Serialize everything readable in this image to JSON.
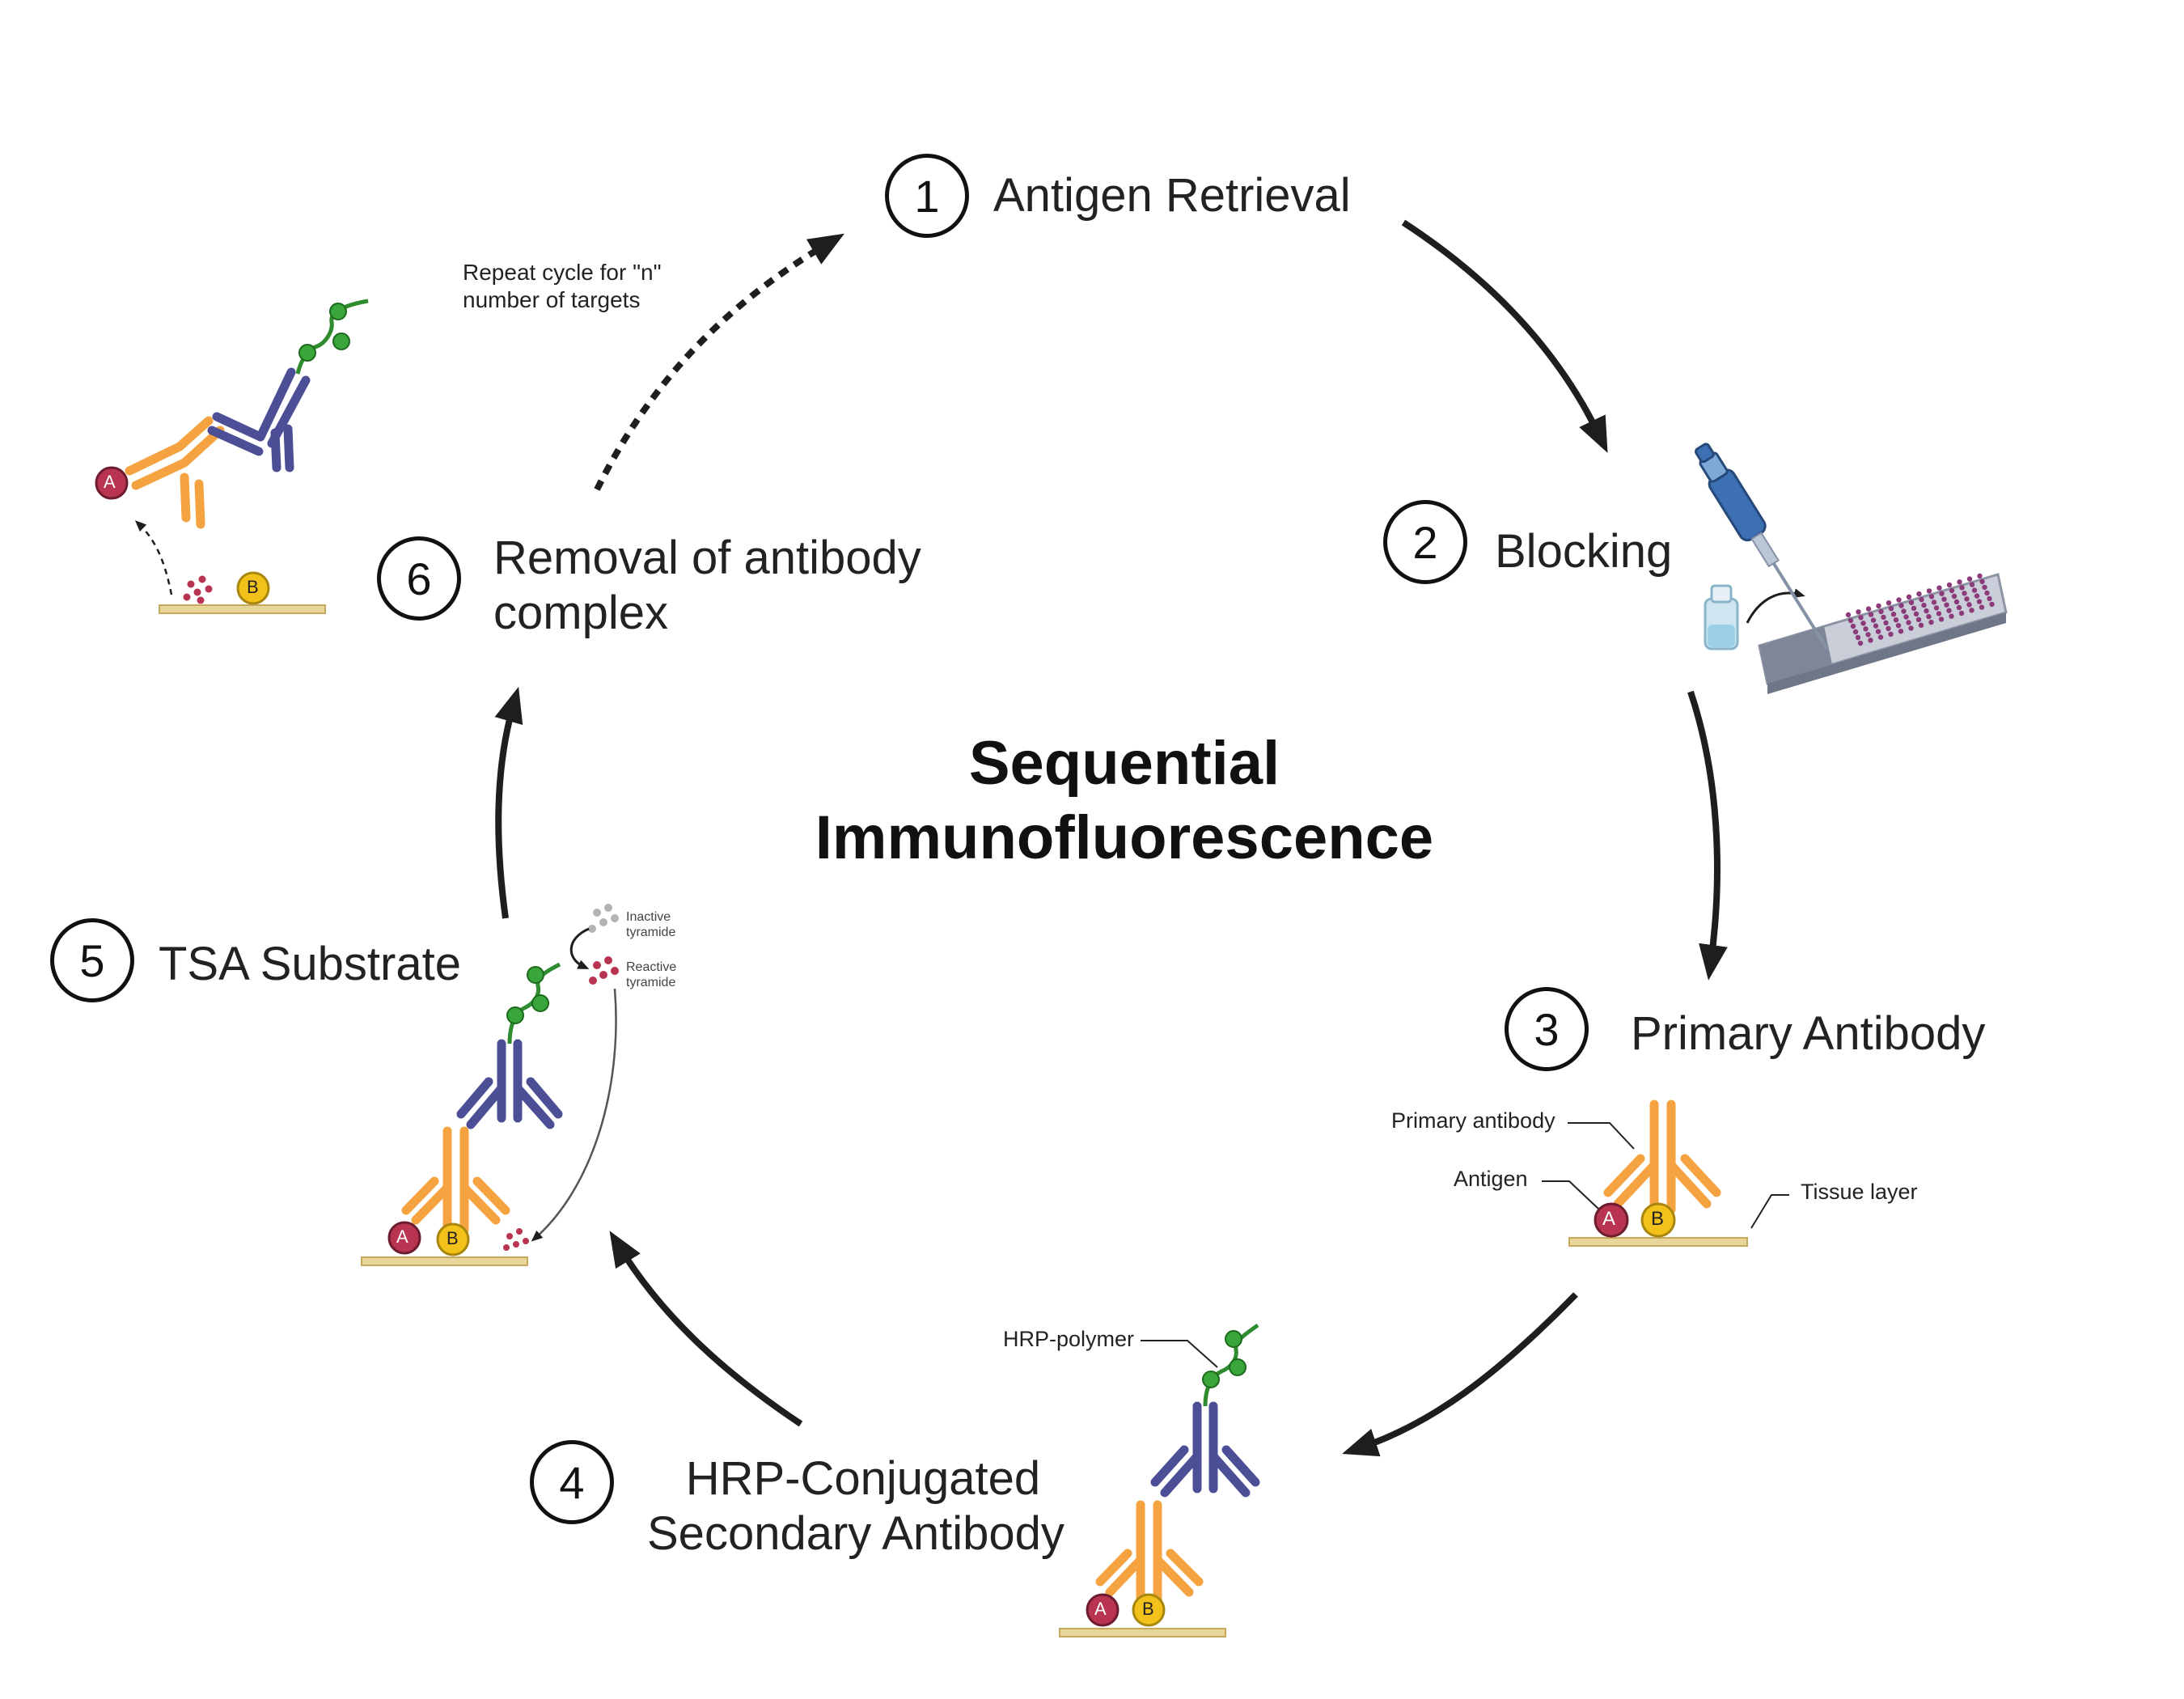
{
  "title": {
    "line1": "Sequential",
    "line2": "Immunofluorescence"
  },
  "steps": [
    {
      "number": "1",
      "label": "Antigen Retrieval"
    },
    {
      "number": "2",
      "label": "Blocking"
    },
    {
      "number": "3",
      "label": "Primary Antibody"
    },
    {
      "number": "4",
      "line1": "HRP-Conjugated",
      "line2": "Secondary Antibody"
    },
    {
      "number": "5",
      "label": "TSA Substrate"
    },
    {
      "number": "6",
      "line1": "Removal of antibody",
      "line2": "complex"
    }
  ],
  "repeat_note": {
    "line1": "Repeat cycle for \"n\"",
    "line2": "number of targets"
  },
  "callouts": {
    "primary_antibody": "Primary antibody",
    "antigen": "Antigen",
    "tissue_layer": "Tissue layer",
    "hrp_polymer": "HRP-polymer",
    "inactive_1": "Inactive",
    "inactive_2": "tyramide",
    "reactive_1": "Reactive",
    "reactive_2": "tyramide"
  },
  "antigen_letters": {
    "a": "A",
    "b": "B"
  },
  "colors": {
    "primary_antibody": "#f4a340",
    "secondary_antibody": "#4d4f96",
    "hrp_polymer": "#2e8b2e",
    "antigen_a": "#b83450",
    "antigen_b": "#f2c21b",
    "tissue": "#e8d59a",
    "arrow": "#1e1e1e"
  }
}
